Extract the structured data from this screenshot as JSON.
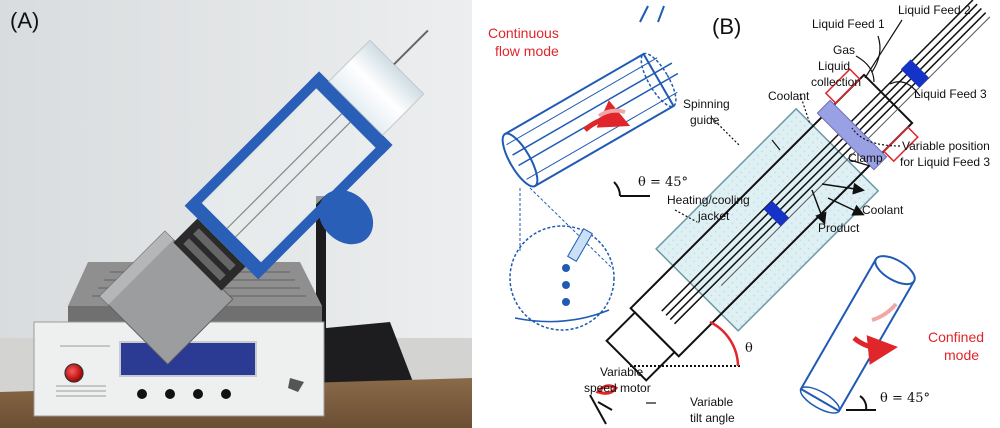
{
  "panels": {
    "a_label": "(A)",
    "b_label": "(B)"
  },
  "annotations": {
    "continuous_flow_line1": "Continuous",
    "continuous_flow_line2": "flow mode",
    "confined_line1": "Confined",
    "confined_line2": "mode",
    "theta_left": "θ = 45°",
    "theta_right": "θ = 45°",
    "theta_center": "θ"
  },
  "labels": {
    "liquid_feed_2": "Liquid Feed 2",
    "liquid_feed_1": "Liquid Feed 1",
    "gas": "Gas",
    "liquid_collection_line1": "Liquid",
    "liquid_collection_line2": "collection",
    "coolant_top": "Coolant",
    "spinning_guide_line1": "Spinning",
    "spinning_guide_line2": "guide",
    "liquid_feed_3": "Liquid Feed 3",
    "clamp": "Clamp",
    "variable_position_line1": "Variable position",
    "variable_position_line2": "for Liquid Feed 3",
    "heating_jacket_line1": "Heating/cooling",
    "heating_jacket_line2": "jacket",
    "coolant_bottom": "Coolant",
    "product": "Product",
    "motor_line1": "Variable",
    "motor_line2": "speed motor",
    "tilt_line1": "Variable",
    "tilt_line2": "tilt angle"
  },
  "colors": {
    "tube_blue": "#1f5bb5",
    "arrow_red": "#e0262b",
    "jacket_fill": "#dff0f4",
    "clamp_blue": "#1633c8",
    "apparatus_blue": "#2a5fb8"
  }
}
